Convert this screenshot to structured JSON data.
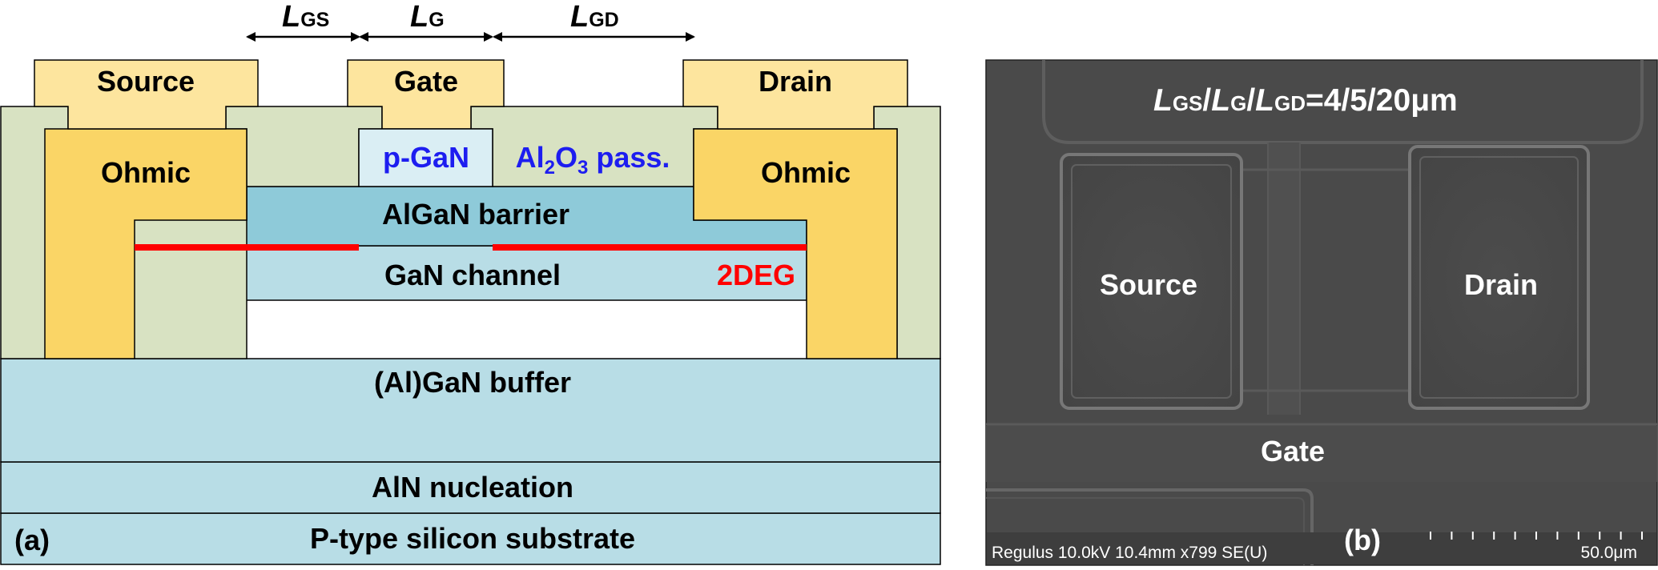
{
  "colors": {
    "passivation": "#d8e2c2",
    "metal": "#fde59e",
    "ohmic": "#fad566",
    "semiconductor": "#b8dde6",
    "barrier": "#8ecad9",
    "pgan": "#daeef4",
    "twodeg": "#ff0000",
    "blue_text": "#1d1df0",
    "sem_bg": "#4a4a4a"
  },
  "panel_a": {
    "label": "(a)",
    "dim_lgs": {
      "main": "L",
      "sub": "GS"
    },
    "dim_lg": {
      "main": "L",
      "sub": "G"
    },
    "dim_lgd": {
      "main": "L",
      "sub": "GD"
    },
    "source": "Source",
    "gate": "Gate",
    "drain": "Drain",
    "ohmic_left": "Ohmic",
    "ohmic_right": "Ohmic",
    "pgan": "p-GaN",
    "al2o3": {
      "a": "Al",
      "s1": "2",
      "b": "O",
      "s2": "3",
      "c": " pass."
    },
    "barrier": "AlGaN barrier",
    "channel": "GaN channel",
    "twodeg": "2DEG",
    "buffer": "(Al)GaN buffer",
    "nucleation": "AlN nucleation",
    "substrate": "P-type silicon substrate"
  },
  "panel_b": {
    "label": "(b)",
    "dims": {
      "l1": "L",
      "s1": "GS",
      "sep1": "/",
      "l2": "L",
      "s2": "G",
      "sep2": "/",
      "l3": "L",
      "s3": "GD",
      "rest": "=4/5/20μm"
    },
    "source": "Source",
    "drain": "Drain",
    "gate": "Gate",
    "info": "Regulus 10.0kV 10.4mm x799 SE(U)",
    "scale": "50.0μm"
  }
}
